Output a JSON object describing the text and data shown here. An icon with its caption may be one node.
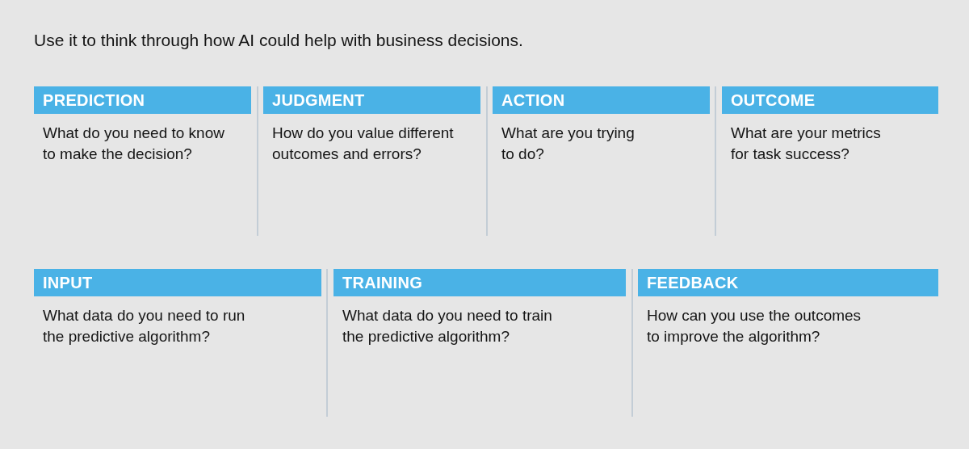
{
  "diagram": {
    "title": "Use it to think through how AI could help with business decisions.",
    "nodes": [
      {
        "text": [
          "PREDICTION",
          "What do you need to know to make the decision?"
        ]
      },
      {
        "text": [
          "JUDGMENT",
          "How do you value different outcomes and errors?"
        ]
      },
      {
        "text": [
          "ACTION",
          "What are you trying to do?"
        ]
      },
      {
        "text": [
          "OUTCOME",
          "What are your metrics for task success?"
        ]
      },
      {
        "text": [
          "INPUT",
          "What data do you need to run the predictive algorithm?"
        ]
      },
      {
        "text": [
          "TRAINING",
          "What data do you need to train the predictive algorithm?"
        ]
      },
      {
        "text": [
          "FEEDBACK",
          "How can you use the outcomes to improve the algorithm?"
        ]
      }
    ]
  }
}
